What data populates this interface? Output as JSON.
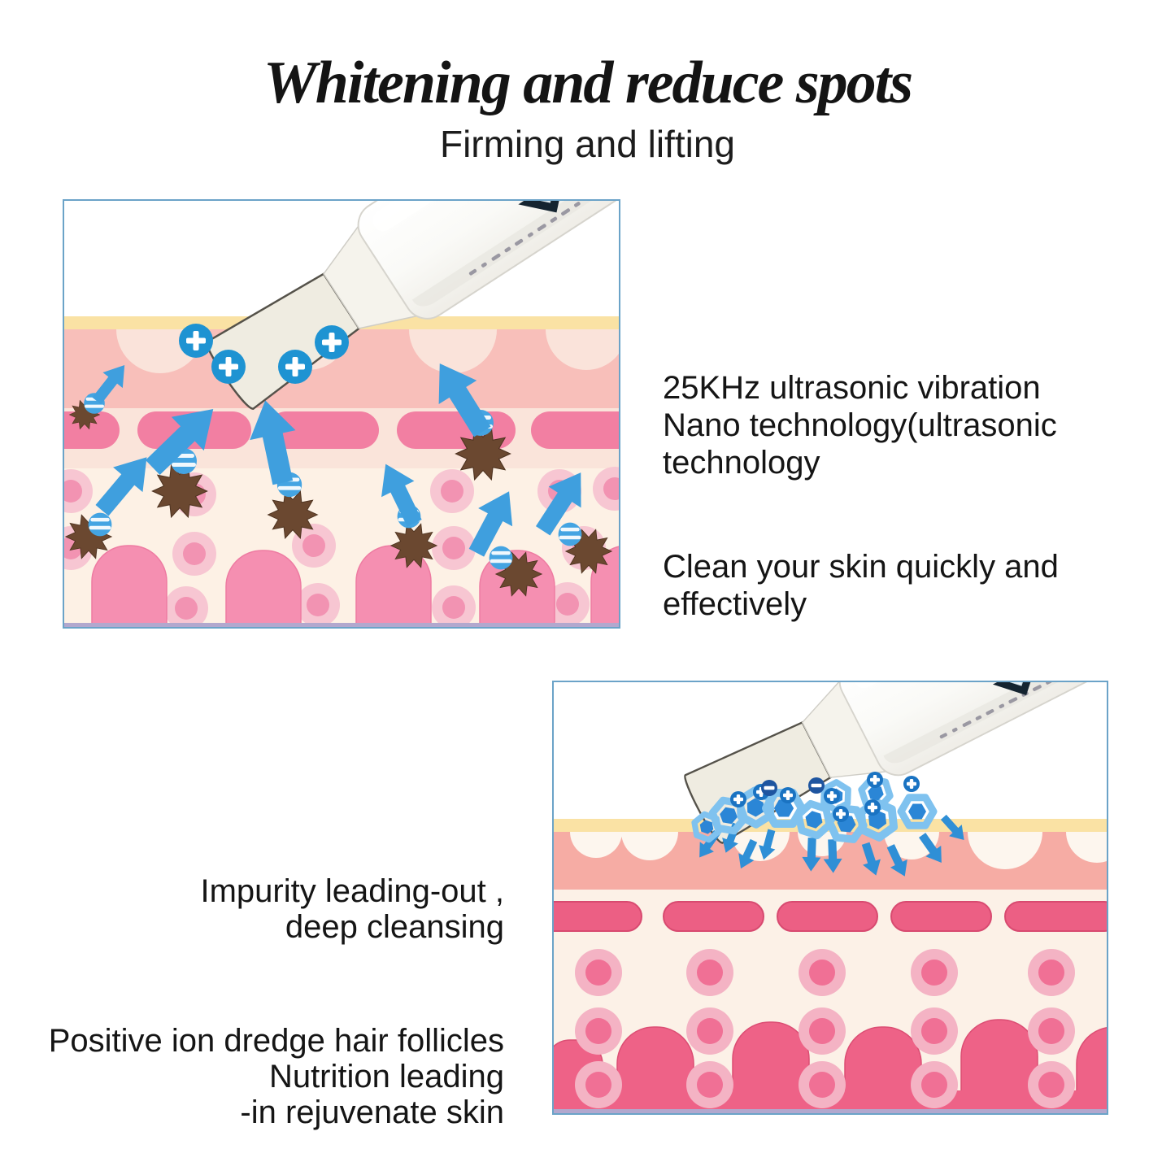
{
  "header": {
    "title": "Whitening and reduce spots",
    "subtitle": "Firming and lifting"
  },
  "annotations": {
    "right": {
      "p1": "25KHz ultrasonic vibration\nNano technology(ultrasonic\ntechnology",
      "p2": "Clean your skin quickly and\neffectively"
    },
    "left": {
      "p1": "Impurity leading-out ,\ndeep cleansing",
      "p2": "Positive ion dredge hair follicles\nNutrition leading\n-in rejuvenate skin"
    }
  },
  "icons": {
    "positive_ion_symbol": "+",
    "negative_ion_symbol": "−"
  },
  "colors": {
    "border_blue": "#6ba3c8",
    "yellow_band": "#fae2a4",
    "salmon_1": "#f8bfba",
    "scallop_1": "#fae3da",
    "cream_1": "#fdf1e5",
    "pill_band_1": "#fae4da",
    "pill_1": "#f27fa2",
    "ring_outer_1": "#f7c6d2",
    "ring_inner_1": "#f293b2",
    "finger_1": "#f58fb1",
    "finger_stroke_1": "#ee7ba2",
    "salmon_2": "#f6aca4",
    "scallop_2": "#fdf6ee",
    "cream_2": "#fcf1e7",
    "pill_2": "#ec5f84",
    "pill_stroke_2": "#d84a70",
    "ring_outer_2": "#f4b3c4",
    "ring_inner_2": "#f07095",
    "finger_2": "#ee6287",
    "finger_stroke_2": "#dc4e74",
    "lavender": "#b2a8ce",
    "impurity_brown": "#6b4830",
    "impurity_stroke": "#4e3320",
    "arrow_blue": "#3f9fde",
    "arrow_blue_2": "#2f8fd6",
    "ion_ball_blue": "#44a4e2",
    "badge_blue": "#1e93d2",
    "badge_small_blue": "#1a73c2",
    "badge_navy": "#1e55a0",
    "hex_light": "#7fc2ef",
    "hex_dark": "#2b86d6",
    "blade": "#efece1",
    "blade_stroke": "#55524a",
    "device_edge": "#d6d4cd",
    "logo_dark": "#152430"
  }
}
